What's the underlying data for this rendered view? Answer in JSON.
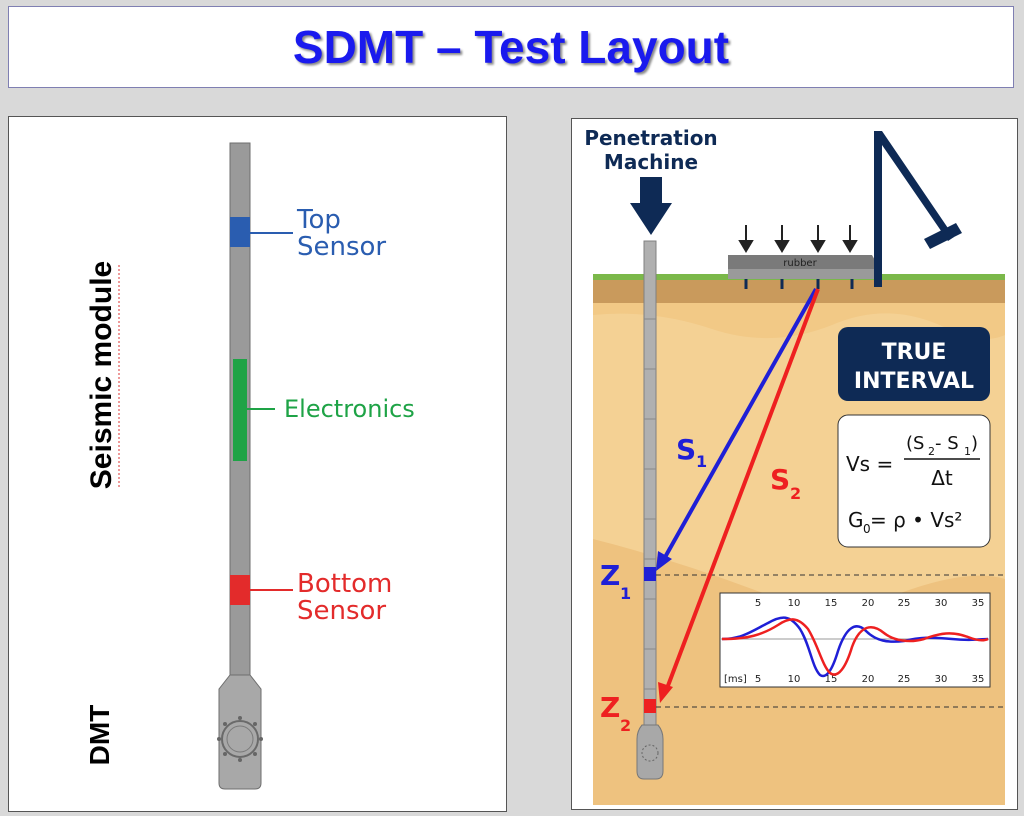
{
  "title": "SDMT – Test Layout",
  "left_panel": {
    "seismic_module": "Seismic module",
    "dmt": "DMT",
    "top_sensor": [
      "Top",
      "Sensor"
    ],
    "electronics": "Electronics",
    "bottom_sensor": [
      "Bottom",
      "Sensor"
    ]
  },
  "right_panel": {
    "machine": [
      "Penetration",
      "Machine"
    ],
    "rubber": "rubber",
    "true_interval": [
      "TRUE",
      "INTERVAL"
    ],
    "s1": "S",
    "s1_sub": "1",
    "s2": "S",
    "s2_sub": "2",
    "z1": "Z",
    "z1_sub": "1",
    "z2": "Z",
    "z2_sub": "2",
    "formula_vs_lhs": "Vs =",
    "formula_vs_num": "(S",
    "formula_vs_num_sub2": "2",
    "formula_vs_num_mid": "- S",
    "formula_vs_num_sub1": "1",
    "formula_vs_num_end": ")",
    "formula_vs_den": "Δt",
    "formula_g0": "G",
    "formula_g0_sub": "0",
    "formula_g0_rhs": " = ρ • Vs²",
    "ms_label": "[ms]",
    "ticks": [
      "5",
      "10",
      "15",
      "20",
      "25",
      "30",
      "35"
    ]
  },
  "colors": {
    "title": "#1a1aee",
    "blue": "#1f1fd6",
    "red": "#ee2020",
    "sensor_blue": "#2a5db0",
    "sensor_red": "#e32b2b",
    "electronics_green": "#1ea346",
    "navy": "#0e2a55",
    "soil": "#f2c986"
  }
}
